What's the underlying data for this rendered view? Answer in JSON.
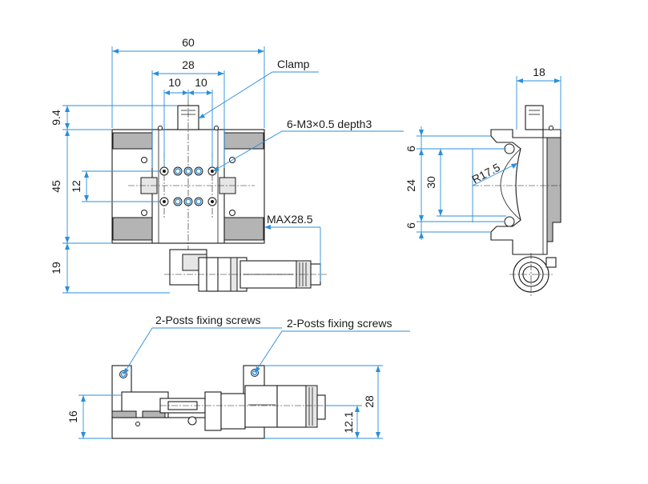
{
  "top_view": {
    "dim_overall_width": "60",
    "dim_mount_span": "28",
    "dim_hole_left": "10",
    "dim_hole_right": "10",
    "dim_clamp_height": "9.4",
    "dim_body_height": "45",
    "dim_hole_offset": "12",
    "dim_micrometer_height": "19",
    "dim_travel": "MAX28.5",
    "callout_clamp": "Clamp",
    "callout_tapped_holes": "6-M3×0.5  depth3"
  },
  "side_view": {
    "dim_width": "18",
    "dim_upper": "6",
    "dim_hole_span": "24",
    "dim_arc_span": "30",
    "dim_lower": "6",
    "dim_radius": "R17.5"
  },
  "front_view": {
    "callout_posts_left": "2-Posts fixing screws",
    "callout_posts_right": "2-Posts fixing screws",
    "dim_height_left": "16",
    "dim_height_right": "28",
    "dim_center_height": "12.1"
  },
  "colors": {
    "dimension_line": "#2b8fd8",
    "outline": "#1a1a1a",
    "dark_fill": "#b4b4b4"
  }
}
